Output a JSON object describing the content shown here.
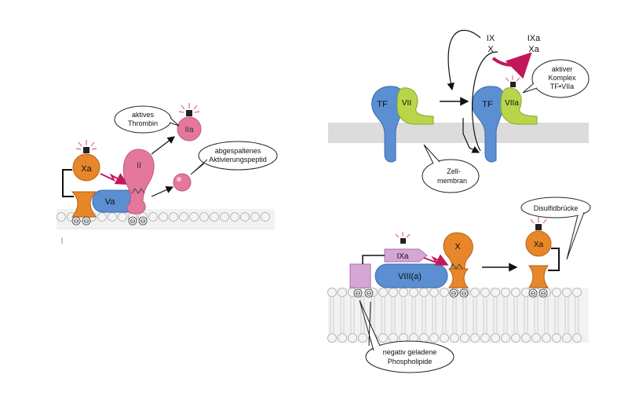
{
  "panel_prothrombinase": {
    "xa": "Xa",
    "va": "Va",
    "ii": "II",
    "iia": "IIa",
    "callout_thrombin": [
      "aktives",
      "Thrombin"
    ],
    "callout_peptide": [
      "abgespaltenes",
      "Aktivierungspeptid"
    ]
  },
  "panel_tissue_factor": {
    "tf_left": "TF",
    "vii": "VII",
    "tf_right": "TF",
    "viia": "VIIa",
    "ix": "IX",
    "x": "X",
    "ixa": "IXa",
    "xa": "Xa",
    "callout_complex": [
      "aktiver",
      "Komplex",
      "TF•VIIa"
    ],
    "callout_membrane": [
      "Zell-",
      "membran"
    ]
  },
  "panel_tenase": {
    "ixa": "IXa",
    "viii": "VIII(a)",
    "x": "X",
    "xa": "Xa",
    "callout_disulfide": "Disulfidbrücke",
    "callout_phospholipid": [
      "negativ geladene",
      "Phospholipide"
    ]
  },
  "colors": {
    "xa_orange": "#e8872a",
    "va_blue": "#5b8fd1",
    "thrombin_pink": "#e4779c",
    "vii_green": "#b9d64a",
    "membrane_grey": "#dcdcdc",
    "arrow_red": "#c2185b",
    "ixa_purple": "#d6a6d6"
  }
}
